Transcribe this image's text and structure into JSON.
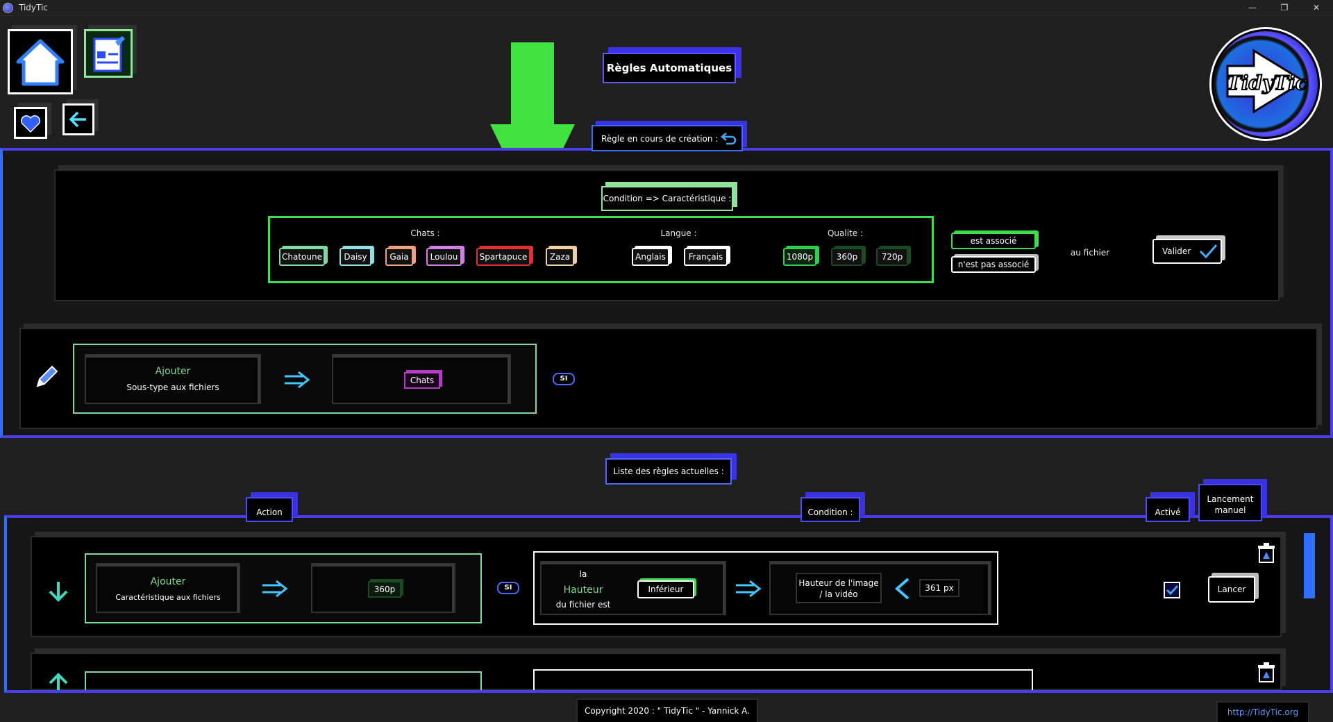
{
  "window": {
    "title": "TidyTic",
    "minimize": "—",
    "restore": "❐",
    "close": "✕"
  },
  "header": {
    "title": "Règles Automatiques",
    "logo_text": "TidyTic"
  },
  "creation": {
    "section_label": "Règle en cours de création :",
    "condition_label": "Condition => Caractéristique :",
    "groups": [
      {
        "title": "Chats :",
        "items": [
          "Chatoune",
          "Daisy",
          "Gaia",
          "Loulou",
          "Spartapuce",
          "Zaza"
        ]
      },
      {
        "title": "Langue :",
        "items": [
          "Anglais",
          "Français"
        ]
      },
      {
        "title": "Qualite :",
        "items": [
          "1080p",
          "360p",
          "720p"
        ]
      }
    ],
    "est_associe": "est associé",
    "nest_pas_associe": "n'est pas associé",
    "au_fichier": "au fichier",
    "valider": "Valider",
    "action_word": "Ajouter",
    "action_sub": "Sous-type aux fichiers",
    "target": "Chats",
    "si": "SI"
  },
  "rules": {
    "section_label": "Liste des règles actuelles :",
    "headers": {
      "action": "Action",
      "condition": "Condition :",
      "active": "Activé",
      "manual": "Lancement manuel"
    },
    "row1": {
      "action_word": "Ajouter",
      "action_sub": "Caractéristique aux fichiers",
      "value": "360p",
      "si": "SI",
      "cond_la": "la",
      "cond_word": "Hauteur",
      "cond_sub": "du fichier est",
      "comparator": "Inférieur",
      "cond_target": "Hauteur de l'image / la vidéo",
      "cond_value": "361 px",
      "run": "Lancer"
    }
  },
  "footer": {
    "copyright": "Copyright 2020 : \" TidyTic \" - Yannick A.",
    "url": "http://TidyTic.org"
  }
}
